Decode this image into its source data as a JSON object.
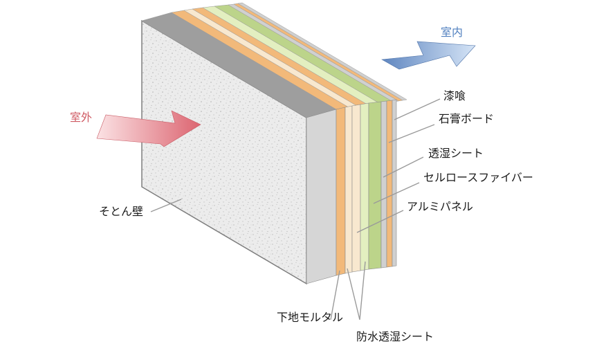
{
  "labels": {
    "indoor": "室内",
    "outdoor": "室外",
    "sotonkabe": "そとん壁",
    "shikkui": "漆喰",
    "sekko": "石膏ボード",
    "tossitsu": "透湿シート",
    "cellulose": "セルロースファイバー",
    "aluminum": "アルミパネル",
    "shitaji": "下地モルタル",
    "bousui": "防水透湿シート"
  },
  "colors": {
    "stucco": "#ececec",
    "stucco_side": "#d6d6d6",
    "mortar_band": "#9e9e9e",
    "orange": "#f2b97a",
    "cream": "#f8e8cf",
    "pale_green": "#e3efc0",
    "green": "#bcd48a",
    "grey_layer": "#d0d0d0",
    "indoor_arrow_dark": "#5f86c0",
    "indoor_arrow_light": "#d5e4f6",
    "outdoor_arrow_dark": "#dc6571",
    "outdoor_arrow_light": "#fbe2e4",
    "leader_line": "#9a9a9a"
  }
}
